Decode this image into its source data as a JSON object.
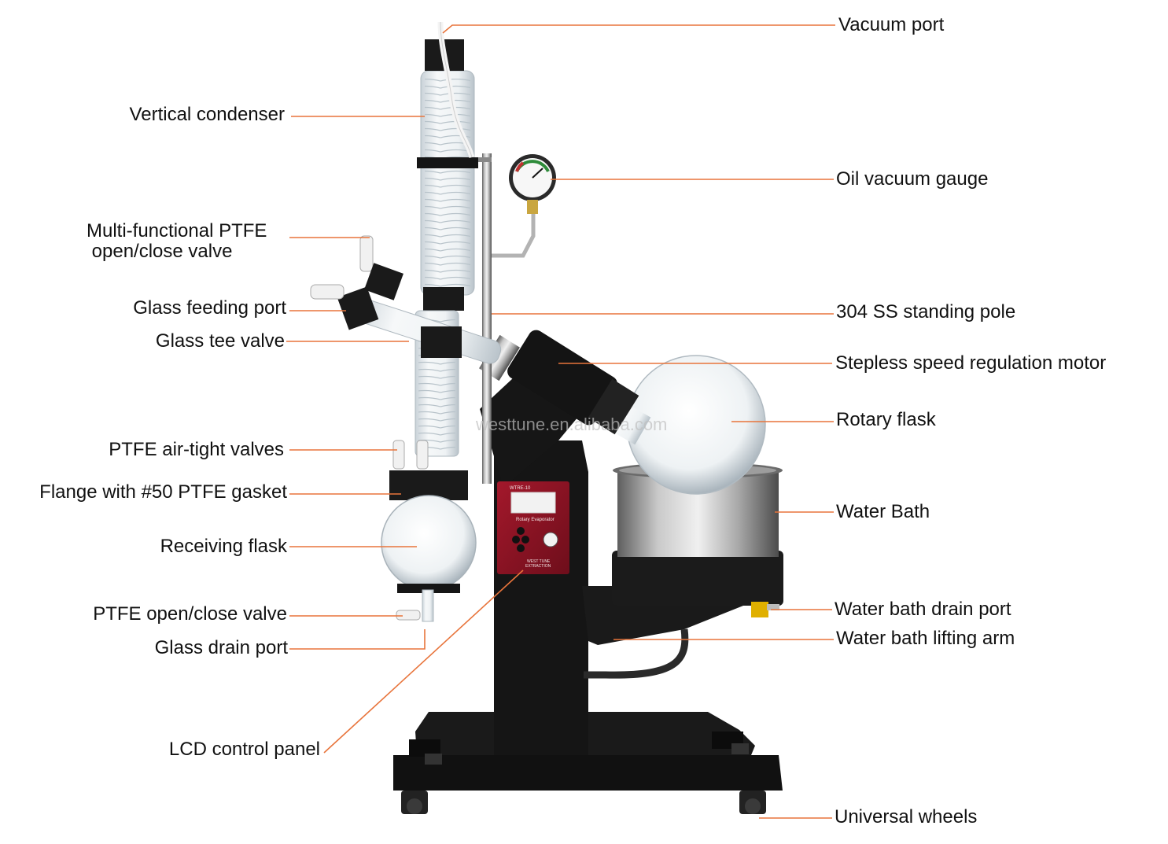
{
  "colors": {
    "leader": "#e8743b",
    "label_text": "#111111",
    "frame": "#101010",
    "panel_red": "#8e1424",
    "steel": "#9a9a9a",
    "glass": "#dfe6ea"
  },
  "watermark": "westtune.en.alibaba.com",
  "panel": {
    "model": "WTRE-10",
    "title": "Rotary Evaporator",
    "brand_line1": "WEST TUNE",
    "brand_line2": "EXTRACTION"
  },
  "labels_left": [
    {
      "id": "vertical-condenser",
      "text": "Vertical condenser"
    },
    {
      "id": "multi-ptfe-valve",
      "text": "Multi-functional PTFE\n open/close valve"
    },
    {
      "id": "glass-feeding-port",
      "text": "Glass feeding port"
    },
    {
      "id": "glass-tee-valve",
      "text": "Glass tee valve"
    },
    {
      "id": "ptfe-air-tight-valves",
      "text": "PTFE air-tight valves"
    },
    {
      "id": "flange-gasket",
      "text": "Flange with #50 PTFE gasket"
    },
    {
      "id": "receiving-flask",
      "text": "Receiving flask"
    },
    {
      "id": "ptfe-open-close-valve",
      "text": "PTFE open/close valve"
    },
    {
      "id": "glass-drain-port",
      "text": "Glass drain port"
    },
    {
      "id": "lcd-control-panel",
      "text": "LCD control panel"
    }
  ],
  "labels_right": [
    {
      "id": "vacuum-port",
      "text": "Vacuum port"
    },
    {
      "id": "oil-vacuum-gauge",
      "text": "Oil vacuum gauge"
    },
    {
      "id": "ss-standing-pole",
      "text": "304 SS standing pole"
    },
    {
      "id": "speed-motor",
      "text": "Stepless speed regulation motor"
    },
    {
      "id": "rotary-flask",
      "text": "Rotary flask"
    },
    {
      "id": "water-bath",
      "text": "Water Bath"
    },
    {
      "id": "water-bath-drain-port",
      "text": "Water bath drain port"
    },
    {
      "id": "water-bath-lifting-arm",
      "text": "Water bath lifting arm"
    },
    {
      "id": "universal-wheels",
      "text": "Universal wheels"
    }
  ]
}
